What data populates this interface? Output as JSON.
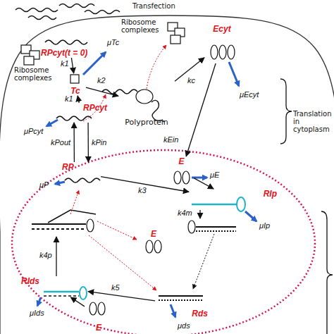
{
  "diagram": {
    "nodes": [
      {
        "text": [
          "RPcyt(t = 0)"
        ]
      },
      {
        "text": [
          "Tc"
        ]
      },
      {
        "text": [
          "Polyprotein"
        ]
      },
      {
        "text": [
          "RPcyt"
        ]
      },
      {
        "text": [
          "Ecyt"
        ]
      },
      {
        "text": [
          "RP"
        ]
      },
      {
        "text": [
          "E"
        ]
      },
      {
        "text": [
          "RIp"
        ]
      },
      {
        "text": [
          "E"
        ]
      },
      {
        "text": [
          "RIds"
        ]
      },
      {
        "text": [
          "E"
        ]
      },
      {
        "text": [
          "Rds"
        ]
      }
    ],
    "edges": [
      {
        "from": 0,
        "to": 1,
        "label": "k1",
        "arrow": "to"
      },
      {
        "from": 3,
        "to": 1,
        "label": "k1",
        "arrow": "to"
      },
      {
        "from": 1,
        "to": 2,
        "label": "k2",
        "arrow": "to"
      },
      {
        "from": 2,
        "to": 4,
        "label": "kc",
        "arrow": "to"
      },
      {
        "from": 3,
        "to": 5,
        "label": "kPin",
        "arrow": "to"
      },
      {
        "from": 5,
        "to": 3,
        "label": "kPout",
        "arrow": "to"
      },
      {
        "from": 4,
        "to": 6,
        "label": "kEin",
        "arrow": "to"
      },
      {
        "from": 5,
        "to": 7,
        "label": "k3",
        "arrow": "to"
      },
      {
        "from": 6,
        "to": 7,
        "arrow": "to"
      },
      {
        "from": 11,
        "to": 9,
        "label": "k5",
        "arrow": "to"
      },
      {
        "from": 10,
        "to": 9,
        "arrow": "to"
      }
    ],
    "labels": [
      "Transfection",
      "Ribosome complexes",
      "Ribosome complexes",
      "μTc",
      "μPcyt",
      "μEcyt",
      "μP",
      "μE",
      "μIp",
      "k4m",
      "k4p",
      "μIds",
      "μds",
      "Translation in cytoplasm"
    ]
  }
}
